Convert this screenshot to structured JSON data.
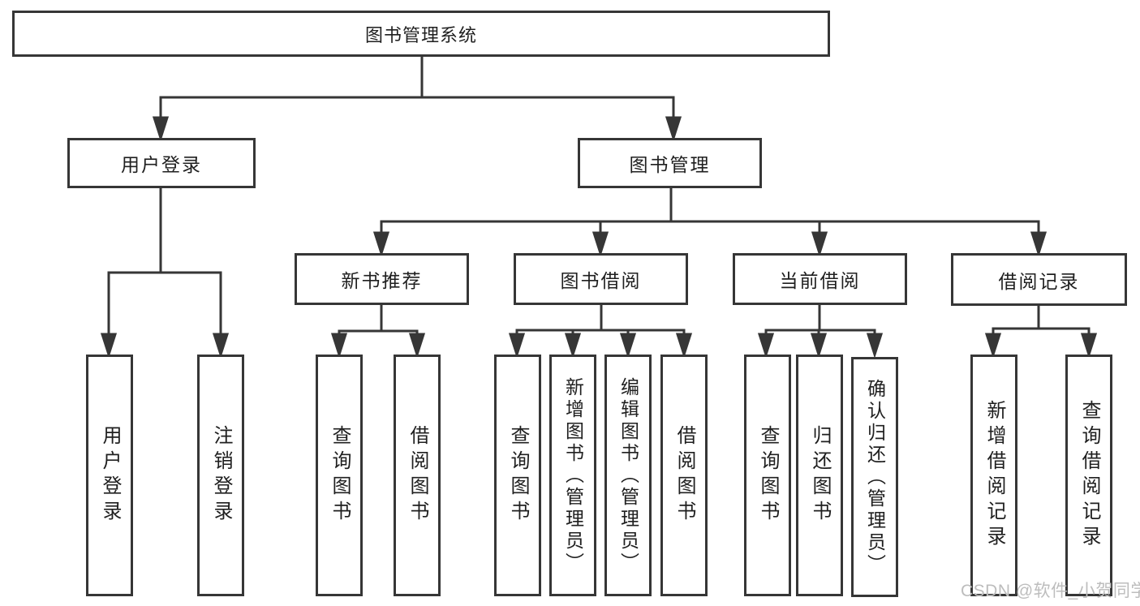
{
  "nodes": {
    "root": "图书管理系统",
    "user_login": "用户登录",
    "book_mgmt": "图书管理",
    "new_book_rec": "新书推荐",
    "book_borrow": "图书借阅",
    "current_borrow": "当前借阅",
    "borrow_records": "借阅记录",
    "leaves": {
      "user_login": [
        "用户登录",
        "注销登录"
      ],
      "new_book_rec": [
        "查询图书",
        "借阅图书"
      ],
      "book_borrow": [
        "查询图书",
        "新增图书（管理员）",
        "编辑图书（管理员）",
        "借阅图书"
      ],
      "current_borrow": [
        "查询图书",
        "归还图书",
        "确认归还（管理员）"
      ],
      "borrow_records": [
        "新增借阅记录",
        "查询借阅记录"
      ]
    }
  },
  "watermark": "CSDN @软件_小贺同学",
  "colors": {
    "line": "#363636",
    "text": "#1f1f1f",
    "watermark": "#bdbdbd",
    "background": "#ffffff"
  }
}
